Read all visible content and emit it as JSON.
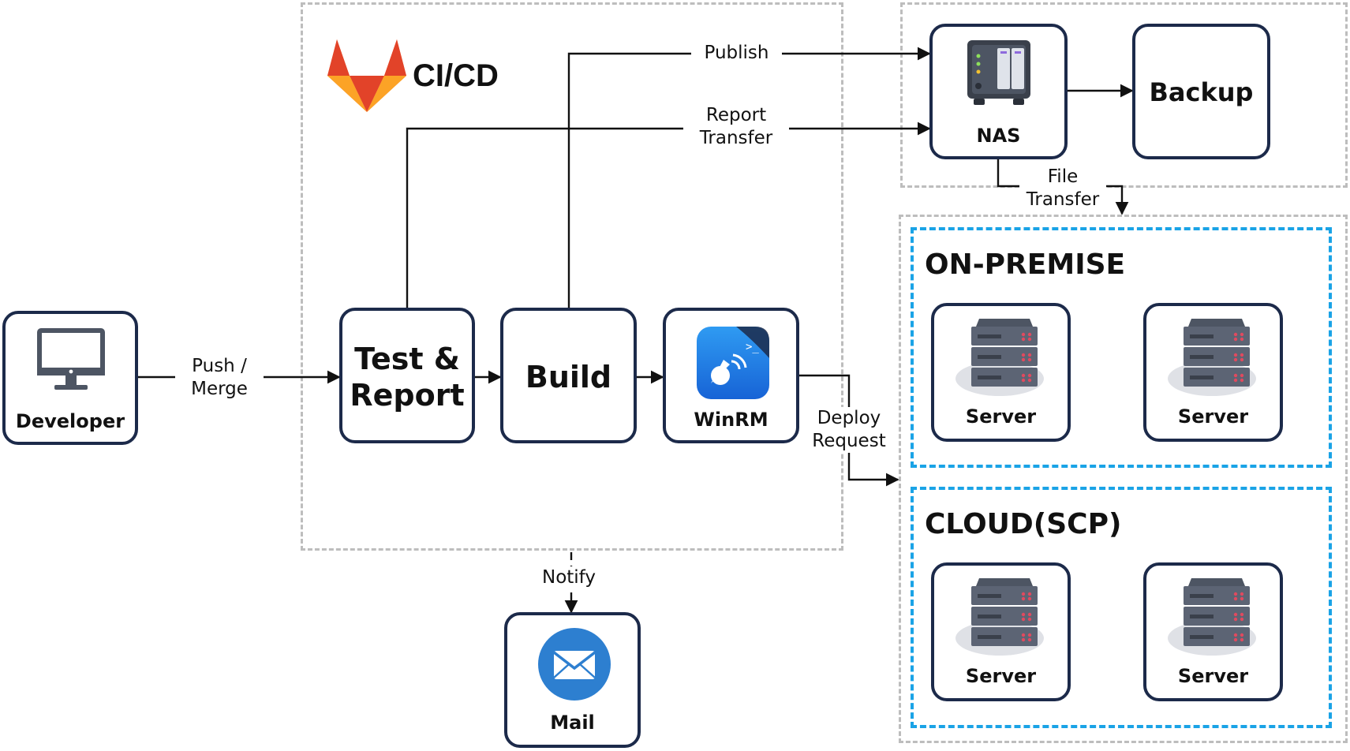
{
  "cicd": {
    "title": "CI/CD"
  },
  "nodes": {
    "developer": "Developer",
    "test_report": "Test &\nReport",
    "build": "Build",
    "winrm": "WinRM",
    "nas": "NAS",
    "backup": "Backup",
    "mail": "Mail"
  },
  "groups": {
    "on_premise": {
      "title": "ON-PREMISE",
      "servers": [
        "Server",
        "Server"
      ]
    },
    "cloud": {
      "title": "CLOUD(SCP)",
      "servers": [
        "Server",
        "Server"
      ]
    }
  },
  "edges": {
    "push_merge": "Push  /\nMerge",
    "publish": "Publish",
    "report_transfer": "Report\nTransfer",
    "file_transfer": "File\nTransfer",
    "deploy_request": "Deploy\nRequest",
    "notify": "Notify"
  },
  "colors": {
    "node_border": "#1c2a4a",
    "group_gray": "#bdbdbd",
    "group_blue": "#1aa3e6",
    "gitlab_orange": "#fc6d26",
    "mail_blue": "#2d7fd0"
  },
  "icons": [
    "monitor-icon",
    "gitlab-logo-icon",
    "winrm-app-icon",
    "nas-icon",
    "server-icon",
    "mail-icon"
  ]
}
